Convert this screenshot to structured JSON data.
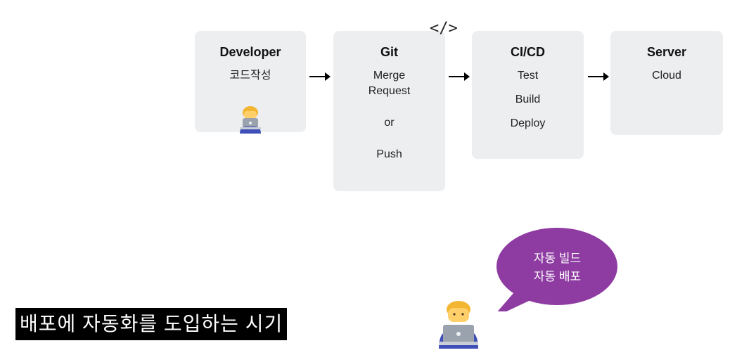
{
  "pipeline": [
    {
      "title": "Developer",
      "lines": [
        "코드작성"
      ]
    },
    {
      "title": "Git",
      "lines": [
        "Merge",
        "Request",
        "or",
        "Push"
      ]
    },
    {
      "title": "CI/CD",
      "lines": [
        "Test",
        "Build",
        "Deploy"
      ]
    },
    {
      "title": "Server",
      "lines": [
        "Cloud"
      ]
    }
  ],
  "code_icon_text": "</>",
  "bubble": {
    "line1": "자동 빌드",
    "line2": "자동 배포",
    "color": "#8e3ba2"
  },
  "caption": "배포에 자동화를 도입하는 시기",
  "colors": {
    "card": "#eceeef",
    "arrow": "#000000",
    "caption_bg": "#000000"
  },
  "icons": [
    "technologist-icon",
    "code-icon"
  ]
}
